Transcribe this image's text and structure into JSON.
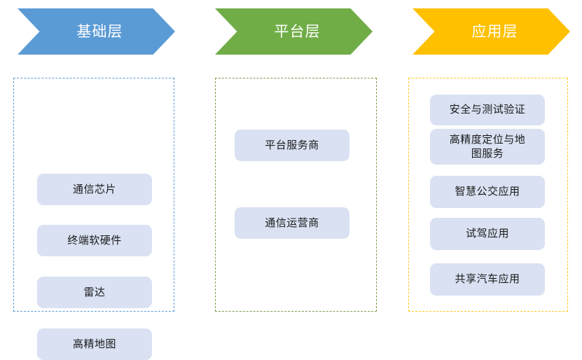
{
  "diagram": {
    "title": "",
    "background_color": "#FFFFFF",
    "columns": [
      {
        "id": "foundation",
        "banner_label": "基础层",
        "banner_color": "#5B9BD5",
        "border_color": "#5B9BD5",
        "item_fill": "#D9E1F2",
        "items": [
          {
            "label": "通信芯片"
          },
          {
            "label": "终端软硬件"
          },
          {
            "label": "雷达"
          },
          {
            "label": "高精地图"
          }
        ]
      },
      {
        "id": "platform",
        "banner_label": "平台层",
        "banner_color": "#70AD47",
        "border_color": "#7B9B4E",
        "item_fill": "#D9E1F2",
        "items": [
          {
            "label": "平台服务商"
          },
          {
            "label": "通信运营商"
          }
        ]
      },
      {
        "id": "application",
        "banner_label": "应用层",
        "banner_color": "#FFC000",
        "border_color": "#FFC61E",
        "item_fill": "#D9E1F2",
        "items": [
          {
            "label": "安全与测试验证"
          },
          {
            "label": "高精度定位与地\n图服务"
          },
          {
            "label": "智慧公交应用"
          },
          {
            "label": "试驾应用"
          },
          {
            "label": "共享汽车应用"
          }
        ]
      }
    ]
  }
}
